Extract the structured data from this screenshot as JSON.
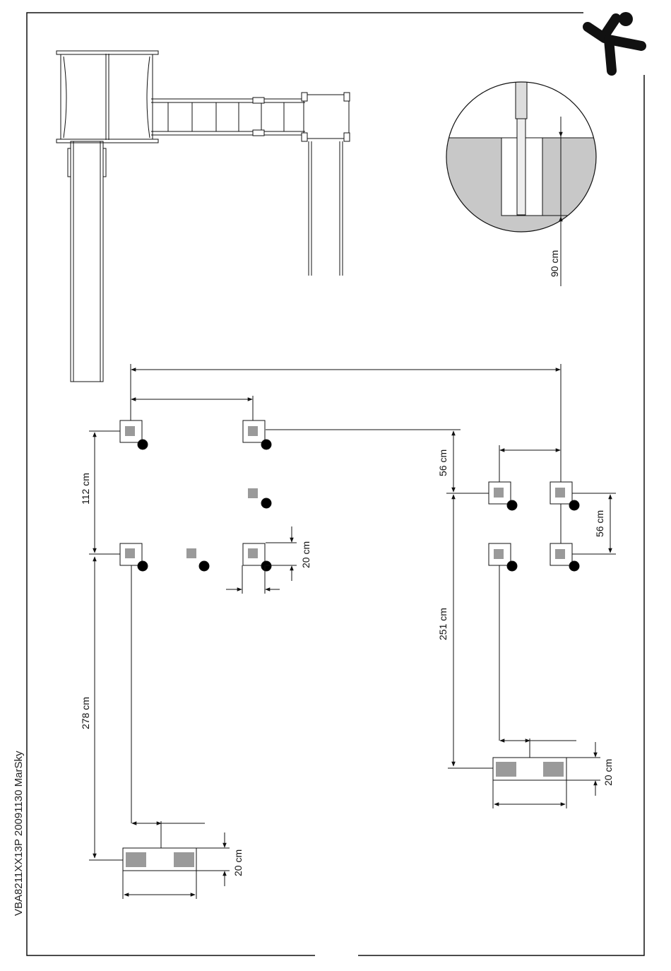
{
  "document_code": "VBA8211XX13P 20091130  MarSky",
  "logo_icon": "jumping-figure-logo-icon",
  "colors": {
    "line": "#111111",
    "ground": "#c8c8c8",
    "post": "#9a9a9a",
    "anchor": "#000000"
  },
  "dimensions": {
    "depth": "90 cm",
    "left_vertical_a": "112 cm",
    "left_vertical_b": "278 cm",
    "center_pad": "20 cm",
    "left_bottom_pad": "20 cm",
    "right_gap": "56 cm",
    "right_pair": "56 cm",
    "right_vertical": "251 cm",
    "right_bottom_pad": "20 cm"
  }
}
